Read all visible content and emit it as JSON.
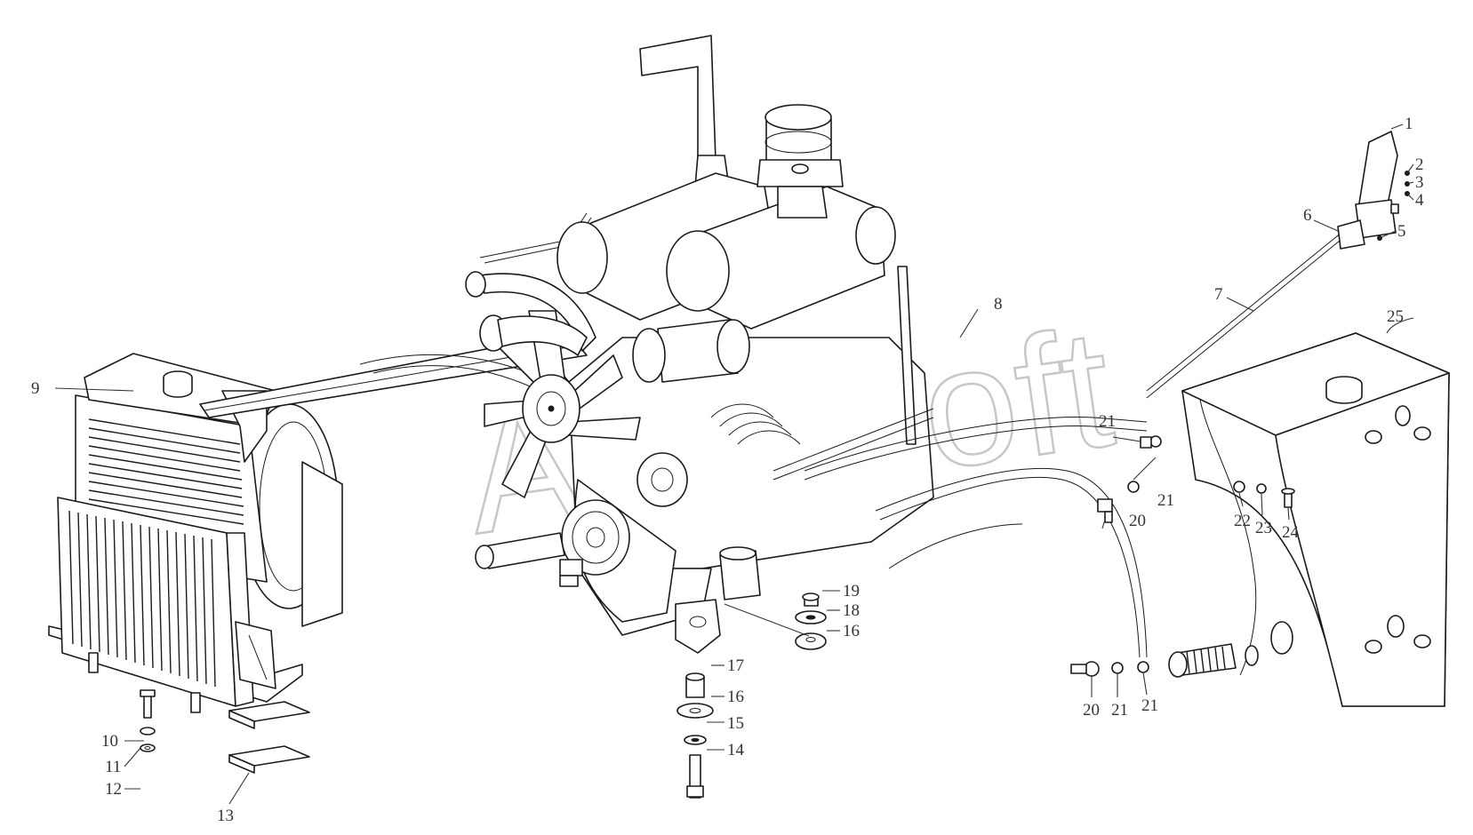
{
  "watermark": "AutoSoft",
  "callouts": [
    {
      "id": "c1",
      "label": "1"
    },
    {
      "id": "c2",
      "label": "2"
    },
    {
      "id": "c3",
      "label": "3"
    },
    {
      "id": "c4",
      "label": "4"
    },
    {
      "id": "c5",
      "label": "5"
    },
    {
      "id": "c6",
      "label": "6"
    },
    {
      "id": "c7",
      "label": "7"
    },
    {
      "id": "c8",
      "label": "8"
    },
    {
      "id": "c9",
      "label": "9"
    },
    {
      "id": "c10",
      "label": "10"
    },
    {
      "id": "c11",
      "label": "11"
    },
    {
      "id": "c12",
      "label": "12"
    },
    {
      "id": "c13",
      "label": "13"
    },
    {
      "id": "c14",
      "label": "14"
    },
    {
      "id": "c15",
      "label": "15"
    },
    {
      "id": "c16a",
      "label": "16"
    },
    {
      "id": "c16b",
      "label": "16"
    },
    {
      "id": "c17",
      "label": "17"
    },
    {
      "id": "c18",
      "label": "18"
    },
    {
      "id": "c19",
      "label": "19"
    },
    {
      "id": "c20a",
      "label": "20"
    },
    {
      "id": "c20b",
      "label": "20"
    },
    {
      "id": "c21a",
      "label": "21"
    },
    {
      "id": "c21b",
      "label": "21"
    },
    {
      "id": "c21c",
      "label": "21"
    },
    {
      "id": "c21d",
      "label": "21"
    },
    {
      "id": "c22",
      "label": "22"
    },
    {
      "id": "c23",
      "label": "23"
    },
    {
      "id": "c24",
      "label": "24"
    },
    {
      "id": "c25",
      "label": "25"
    }
  ]
}
